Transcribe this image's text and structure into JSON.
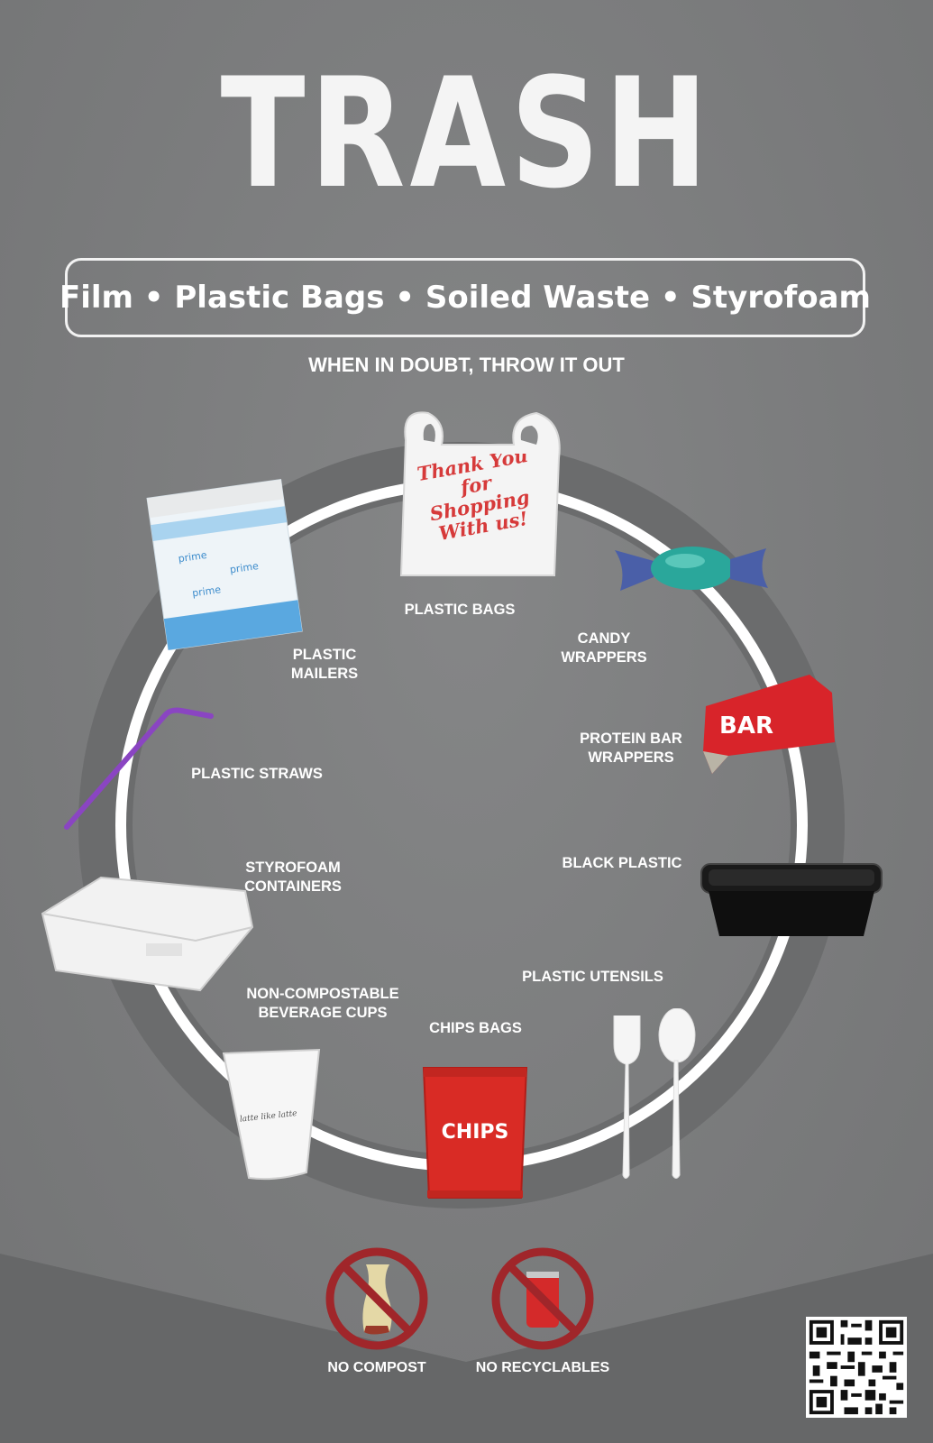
{
  "title": "TRASH",
  "categories": "Film • Plastic Bags • Soiled Waste • Styrofoam",
  "tagline": "WHEN IN DOUBT, THROW IT OUT",
  "items": {
    "plastic_bags": "PLASTIC BAGS",
    "candy_wrappers": "CANDY\nWRAPPERS",
    "plastic_mailers": "PLASTIC\nMAILERS",
    "protein_bar_wrappers": "PROTEIN BAR\nWRAPPERS",
    "plastic_straws": "PLASTIC STRAWS",
    "black_plastic": "BLACK PLASTIC",
    "styrofoam_containers": "STYROFOAM\nCONTAINERS",
    "plastic_utensils": "PLASTIC UTENSILS",
    "beverage_cups": "NON-COMPOSTABLE\nBEVERAGE CUPS",
    "chips_bags": "CHIPS BAGS"
  },
  "product_text": {
    "bag_print": "Thank You for Shopping With us!",
    "mailer_print": "prime",
    "bar_print": "BAR",
    "chips_print": "CHIPS",
    "cup_print": "latte like latte"
  },
  "footer": {
    "no_compost": "NO COMPOST",
    "no_recyclables": "NO RECYCLABLES"
  },
  "colors": {
    "background": "#7b7c7d",
    "ring_outer": "#6a6b6c",
    "ring_inner": "#ffffff",
    "prohibit_red": "#a0262a"
  }
}
